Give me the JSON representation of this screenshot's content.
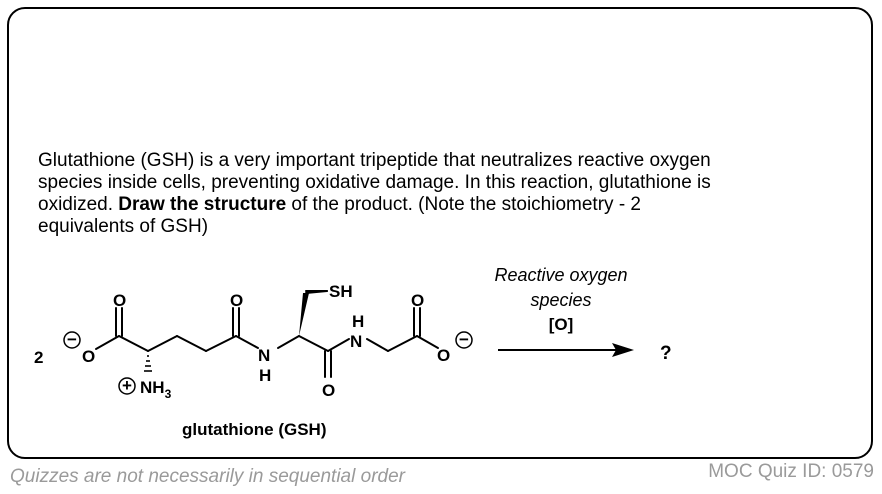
{
  "question": {
    "part1": "Glutathione (GSH) is a very important tripeptide that neutralizes reactive oxygen species inside cells, preventing oxidative damage. In this reaction, glutathione is oxidized. ",
    "bold": "Draw the structure",
    "part2": " of the product. (Note the stoichiometry - 2 equivalents of GSH)"
  },
  "scheme": {
    "coefficient": "2",
    "molecule_name": "glutathione (GSH)",
    "reagent_line1": "Reactive oxygen",
    "reagent_line2": "species",
    "reagent_line3": "[O]",
    "product": "?",
    "atoms": {
      "O": "O",
      "N": "N",
      "H": "H",
      "SH": "SH",
      "NH": "NH",
      "NH_sub": "3",
      "minus": "−",
      "plus": "+"
    }
  },
  "footer": {
    "note": "Quizzes are not necessarily in sequential order",
    "quiz_id": "MOC Quiz ID: 0579"
  }
}
